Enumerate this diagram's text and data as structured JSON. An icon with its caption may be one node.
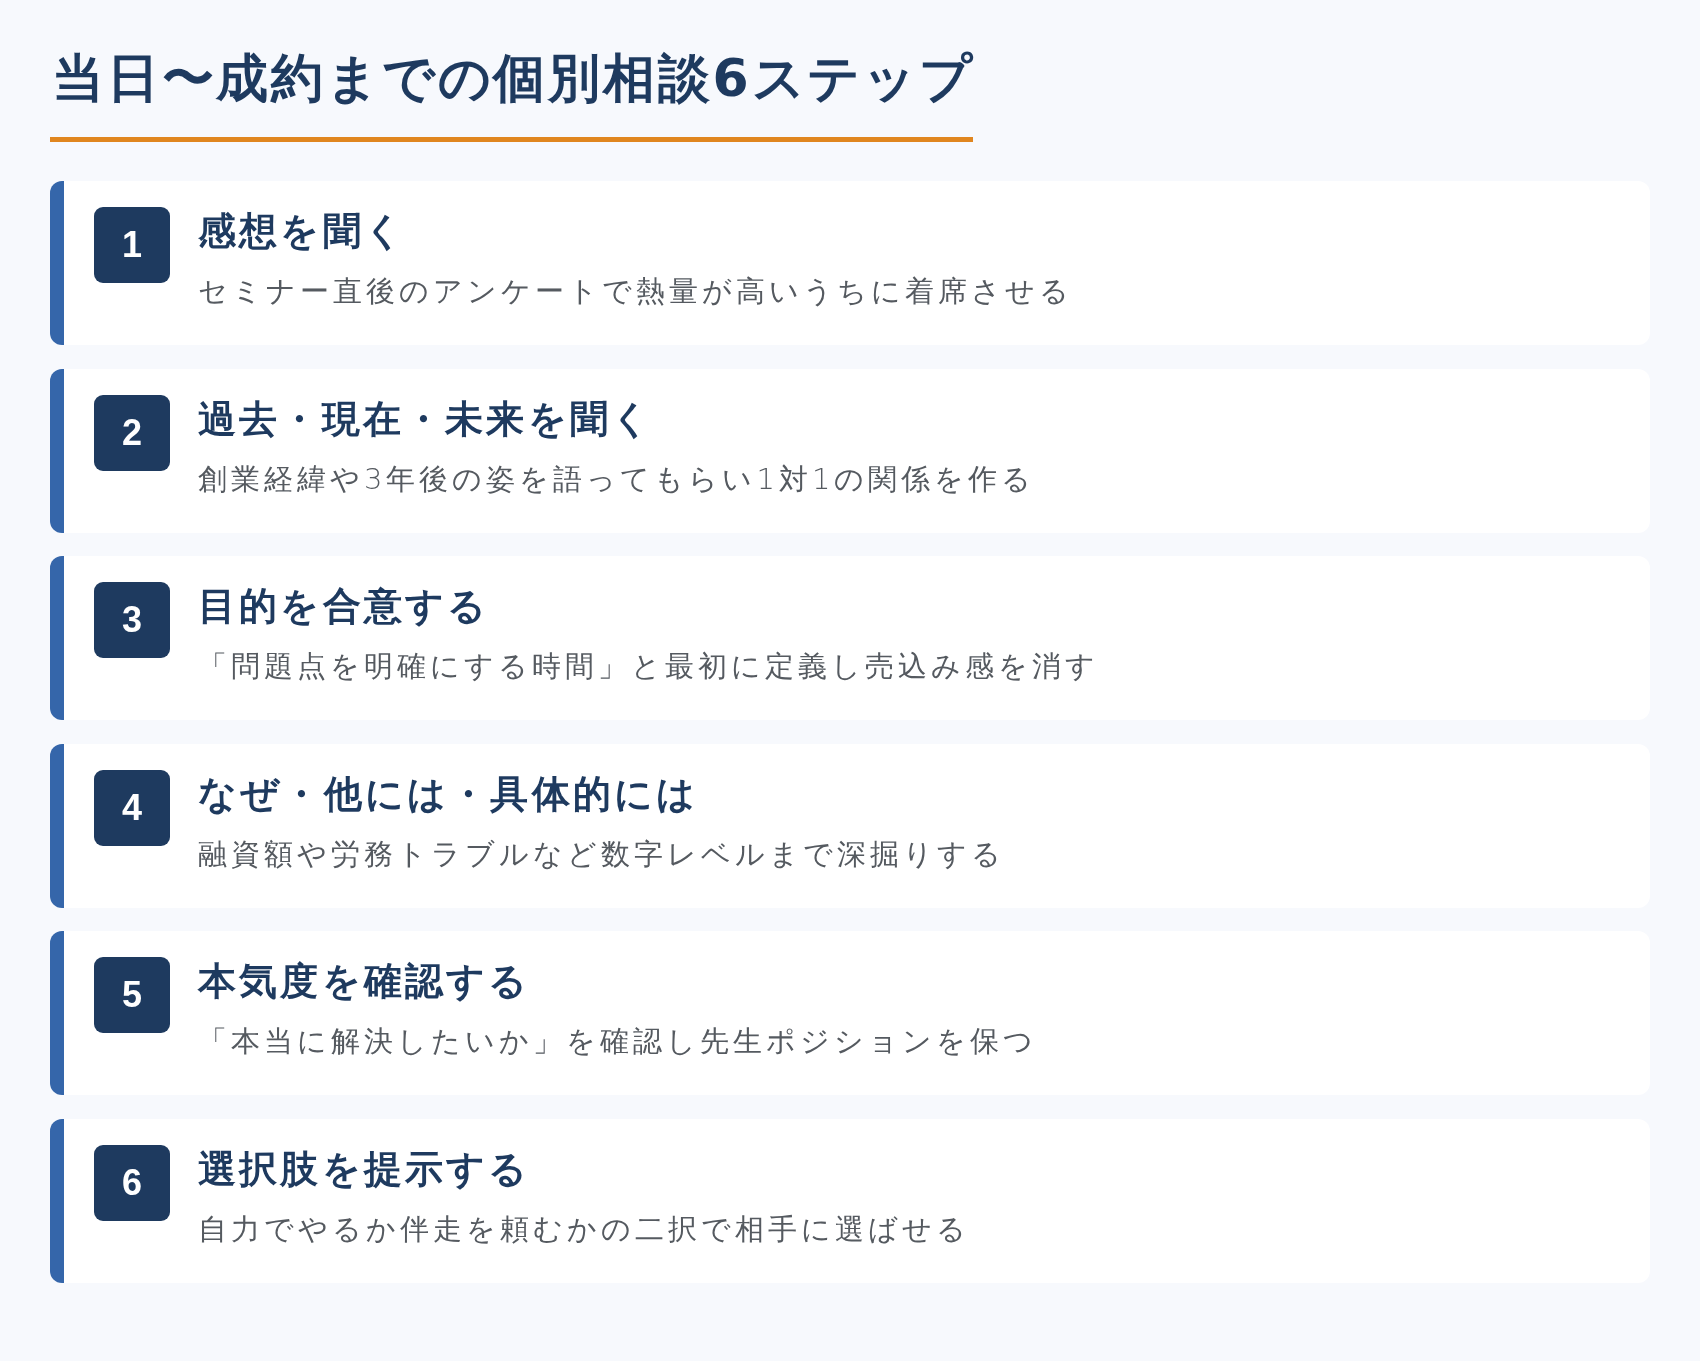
{
  "diagram": {
    "title": "当日〜成約までの個別相談6ステップ",
    "nodes": [
      {
        "text": [
          "感想を聞く",
          "セミナー直後のアンケートで熱量が高いうちに着席させる"
        ]
      },
      {
        "text": [
          "1"
        ],
        "in": 0
      },
      {
        "text": [
          "過去・現在・未来を聞く",
          "創業経緯や3年後の姿を語ってもらい1対1の関係を作る"
        ]
      },
      {
        "text": [
          "2"
        ],
        "in": 2
      },
      {
        "text": [
          "目的を合意する",
          "「問題点を明確にする時間」と最初に定義し売込み感を消す"
        ]
      },
      {
        "text": [
          "3"
        ],
        "in": 4
      },
      {
        "text": [
          "なぜ・他には・具体的には",
          "融資額や労務トラブルなど数字レベルまで深掘りする"
        ]
      },
      {
        "text": [
          "4"
        ],
        "in": 6
      },
      {
        "text": [
          "本気度を確認する",
          "「本当に解決したいか」を確認し先生ポジションを保つ"
        ]
      },
      {
        "text": [
          "5"
        ],
        "in": 8
      },
      {
        "text": [
          "選択肢を提示する",
          "自力でやるか伴走を頼むかの二択で相手に選ばせる"
        ]
      },
      {
        "text": [
          "6"
        ],
        "in": 10
      }
    ]
  }
}
